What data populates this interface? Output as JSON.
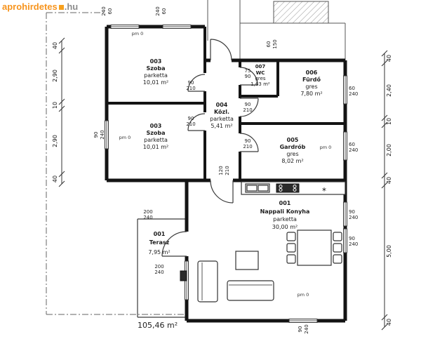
{
  "watermark": {
    "brand": "aprohirdetes",
    "tld": ".hu"
  },
  "total_area": "105,46 m²",
  "rooms": {
    "szoba_top": {
      "id": "003",
      "name": "Szoba",
      "floor": "parketta",
      "area": "10,01 m²"
    },
    "szoba_bottom": {
      "id": "003",
      "name": "Szoba",
      "floor": "parketta",
      "area": "10,01 m²"
    },
    "kozl": {
      "id": "004",
      "name": "Közl.",
      "floor": "parketta",
      "area": "5,41 m²"
    },
    "wc": {
      "id": "007",
      "name": "WC",
      "floor": "gres",
      "area": "1,63 m²"
    },
    "furdo": {
      "id": "006",
      "name": "Fürdő",
      "floor": "gres",
      "area": "7,80 m²"
    },
    "gardrob": {
      "id": "005",
      "name": "Gardrób",
      "floor": "gres",
      "area": "8,02 m²"
    },
    "nappali": {
      "id": "001",
      "name": "Nappali Konyha",
      "floor": "parketta",
      "area": "30,00 m²"
    },
    "terasz": {
      "id": "001",
      "name": "Terasz",
      "area": "7,95 m²"
    }
  },
  "dims_left": [
    "40",
    "2,90",
    "10",
    "2,90",
    "40"
  ],
  "dims_right": [
    "40",
    "2,40",
    "10",
    "2,00",
    "40",
    "5,00",
    "40"
  ],
  "nums": {
    "60": "60",
    "75": "75",
    "90": "90",
    "120": "120",
    "150": "150",
    "200": "200",
    "210": "210",
    "240": "240"
  },
  "pm0": "pm 0",
  "star": "*"
}
